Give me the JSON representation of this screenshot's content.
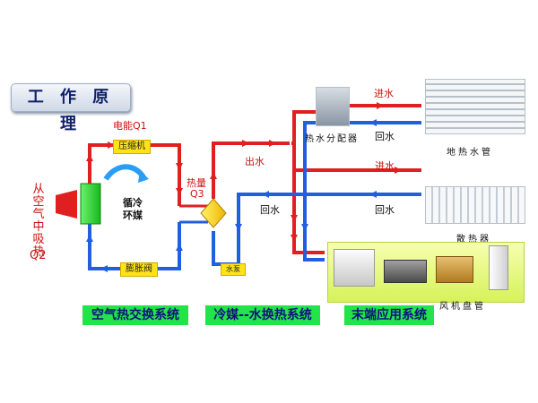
{
  "title": "工 作 原 理",
  "labels": {
    "power": "电能Q1",
    "compressor": "压缩机",
    "expansion_valve": "膨胀阀",
    "cycle_refrigerant_1": "循冷",
    "cycle_refrigerant_2": "环媒",
    "heat": "热量",
    "heat_q3": "Q3",
    "water_pump": "水泵",
    "water_out": "出水",
    "water_return_mid": "回水",
    "water_in_1": "进水",
    "water_return_1": "回水",
    "water_in_2": "进水",
    "water_return_2": "回水",
    "distributor": "热水分配器",
    "floor_pipe": "地热水管",
    "radiator": "散热器",
    "fan_coil": "风机盘管",
    "air_heat_line1": "从空气中吸热",
    "air_heat_line2": "Q2"
  },
  "systems": {
    "air": "空气热交换系统",
    "refrigerant_water": "冷媒--水换热系统",
    "terminal": "末端应用系统"
  },
  "colors": {
    "hot": "#e02020",
    "cold": "#2060e0",
    "green": "#22e34a",
    "yellow": "#ffe21a"
  }
}
